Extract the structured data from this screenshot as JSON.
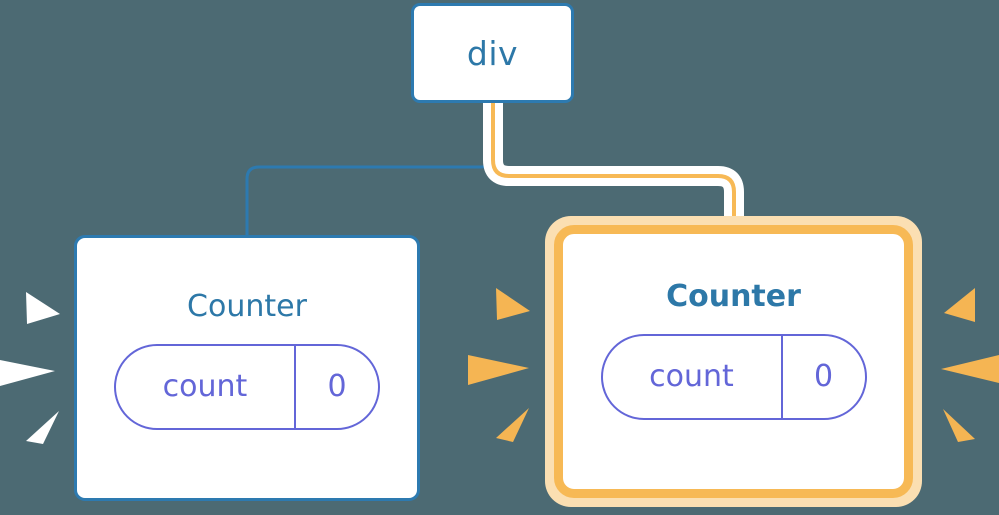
{
  "diagram": {
    "type": "component-tree",
    "background_color": "#4c6a73",
    "description": "React component tree with a div parent and two Counter children; the right Counter is highlighted as re-rendering"
  },
  "root": {
    "label": "div",
    "border_color": "#2d7ab0",
    "text_color": "#2d78a8"
  },
  "counters": [
    {
      "id": "left",
      "title": "Counter",
      "state_key": "count",
      "state_value": "0",
      "highlighted": false,
      "border_color": "#2d7ab0",
      "title_color": "#2d78a8",
      "pill_color": "#6366d8",
      "burst_color": "#ffffff"
    },
    {
      "id": "right",
      "title": "Counter",
      "state_key": "count",
      "state_value": "0",
      "highlighted": true,
      "border_color": "#f7b955",
      "glow_color": "#fbdfb2",
      "title_color": "#2d78a8",
      "pill_color": "#6366d8",
      "burst_color": "#f5b553"
    }
  ],
  "connectors": [
    {
      "id": "div-to-left-counter",
      "color": "#2d7ab0",
      "width": 3,
      "highlighted": false
    },
    {
      "id": "div-to-right-counter",
      "color": "#f7b955",
      "halo_color": "#ffffff",
      "width": 4,
      "highlighted": true
    }
  ],
  "bursts": {
    "left_outer": {
      "color": "#ffffff",
      "count": 3,
      "direction": "right"
    },
    "middle": {
      "color": "#f5b553",
      "count": 3,
      "direction": "right"
    },
    "right_outer": {
      "color": "#f5b553",
      "count": 3,
      "direction": "left"
    }
  }
}
